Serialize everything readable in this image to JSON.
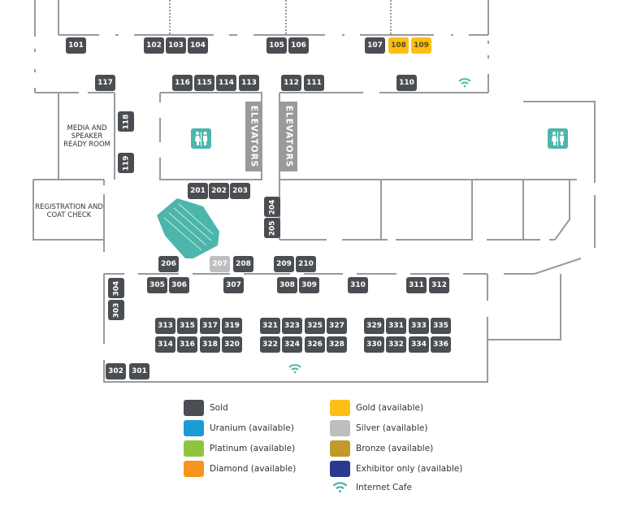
{
  "colors": {
    "sold": "#4a4e52",
    "uranium": "#1b9ad6",
    "platinum": "#8cc63f",
    "diamond": "#f7941d",
    "gold": "#fdbf16",
    "silver": "#bcbec0",
    "bronze": "#c09a2b",
    "exhibitor": "#2b3990",
    "teal": "#4db6ac",
    "wall": "#9a9a9a"
  },
  "rooms": {
    "media_room": "MEDIA AND SPEAKER READY ROOM",
    "registration": "REGISTRATION AND COAT CHECK",
    "elevators_left": "ELEVATORS",
    "elevators_right": "ELEVATORS"
  },
  "booths": [
    {
      "id": "101",
      "status": "sold"
    },
    {
      "id": "102",
      "status": "sold"
    },
    {
      "id": "103",
      "status": "sold"
    },
    {
      "id": "104",
      "status": "sold"
    },
    {
      "id": "105",
      "status": "sold"
    },
    {
      "id": "106",
      "status": "sold"
    },
    {
      "id": "107",
      "status": "sold"
    },
    {
      "id": "108",
      "status": "gold"
    },
    {
      "id": "109",
      "status": "gold"
    },
    {
      "id": "110",
      "status": "sold"
    },
    {
      "id": "111",
      "status": "sold"
    },
    {
      "id": "112",
      "status": "sold"
    },
    {
      "id": "113",
      "status": "sold"
    },
    {
      "id": "114",
      "status": "sold"
    },
    {
      "id": "115",
      "status": "sold"
    },
    {
      "id": "116",
      "status": "sold"
    },
    {
      "id": "117",
      "status": "sold"
    },
    {
      "id": "118",
      "status": "sold"
    },
    {
      "id": "119",
      "status": "sold"
    },
    {
      "id": "201",
      "status": "sold"
    },
    {
      "id": "202",
      "status": "sold"
    },
    {
      "id": "203",
      "status": "sold"
    },
    {
      "id": "204",
      "status": "sold"
    },
    {
      "id": "205",
      "status": "sold"
    },
    {
      "id": "206",
      "status": "sold"
    },
    {
      "id": "207",
      "status": "silver"
    },
    {
      "id": "208",
      "status": "sold"
    },
    {
      "id": "209",
      "status": "sold"
    },
    {
      "id": "210",
      "status": "sold"
    },
    {
      "id": "301",
      "status": "sold"
    },
    {
      "id": "302",
      "status": "sold"
    },
    {
      "id": "303",
      "status": "sold"
    },
    {
      "id": "304",
      "status": "sold"
    },
    {
      "id": "305",
      "status": "sold"
    },
    {
      "id": "306",
      "status": "sold"
    },
    {
      "id": "307",
      "status": "sold"
    },
    {
      "id": "308",
      "status": "sold"
    },
    {
      "id": "309",
      "status": "sold"
    },
    {
      "id": "310",
      "status": "sold"
    },
    {
      "id": "311",
      "status": "sold"
    },
    {
      "id": "312",
      "status": "sold"
    },
    {
      "id": "313",
      "status": "sold"
    },
    {
      "id": "314",
      "status": "sold"
    },
    {
      "id": "315",
      "status": "sold"
    },
    {
      "id": "316",
      "status": "sold"
    },
    {
      "id": "317",
      "status": "sold"
    },
    {
      "id": "318",
      "status": "sold"
    },
    {
      "id": "319",
      "status": "sold"
    },
    {
      "id": "320",
      "status": "sold"
    },
    {
      "id": "321",
      "status": "sold"
    },
    {
      "id": "322",
      "status": "sold"
    },
    {
      "id": "323",
      "status": "sold"
    },
    {
      "id": "324",
      "status": "sold"
    },
    {
      "id": "325",
      "status": "sold"
    },
    {
      "id": "326",
      "status": "sold"
    },
    {
      "id": "327",
      "status": "sold"
    },
    {
      "id": "328",
      "status": "sold"
    },
    {
      "id": "329",
      "status": "sold"
    },
    {
      "id": "330",
      "status": "sold"
    },
    {
      "id": "331",
      "status": "sold"
    },
    {
      "id": "332",
      "status": "sold"
    },
    {
      "id": "333",
      "status": "sold"
    },
    {
      "id": "334",
      "status": "sold"
    },
    {
      "id": "335",
      "status": "sold"
    },
    {
      "id": "336",
      "status": "sold"
    }
  ],
  "legend": [
    {
      "key": "sold",
      "label": "Sold"
    },
    {
      "key": "uranium",
      "label": "Uranium (available)"
    },
    {
      "key": "platinum",
      "label": "Platinum (available)"
    },
    {
      "key": "diamond",
      "label": "Diamond (available)"
    },
    {
      "key": "gold",
      "label": "Gold (available)"
    },
    {
      "key": "silver",
      "label": "Silver (available)"
    },
    {
      "key": "bronze",
      "label": "Bronze (available)"
    },
    {
      "key": "exhibitor",
      "label": "Exhibitor only (available)"
    },
    {
      "key": "wifi",
      "label": "Internet Cafe"
    }
  ],
  "icons": {
    "restroom": "restroom-icon",
    "wifi": "wifi-icon",
    "escalator": "escalator-icon"
  }
}
